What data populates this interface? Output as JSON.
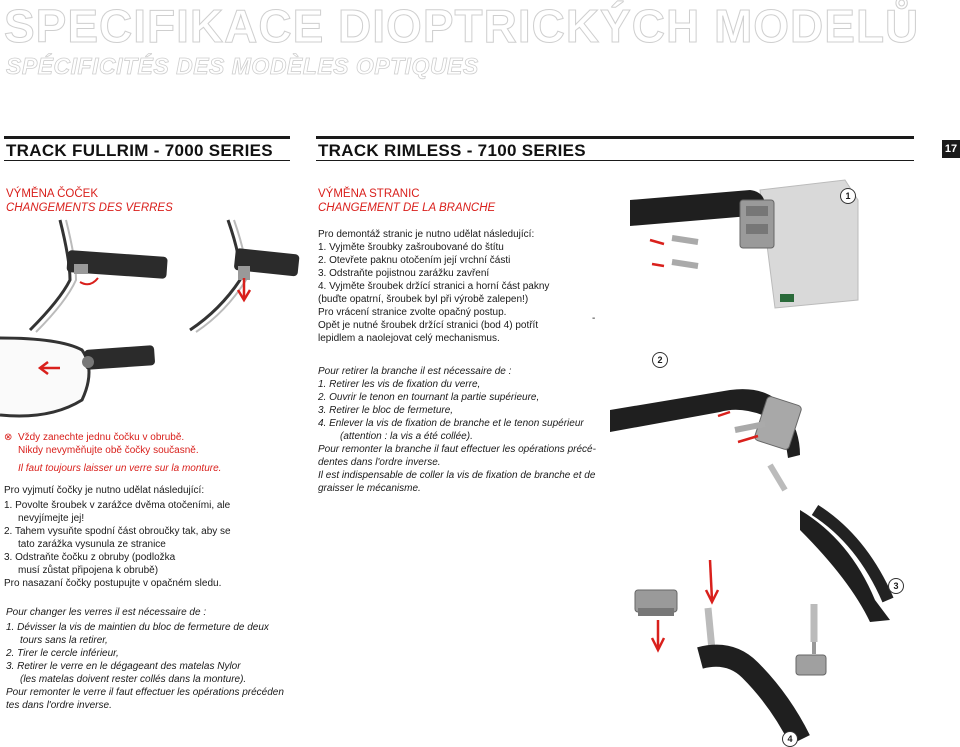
{
  "header": {
    "title": "SPECIFIKACE DIOPTRICKÝCH MODELŮ",
    "subtitle": "SPÉCIFICITÉS DES MODÈLES OPTIQUES",
    "page_number": "17"
  },
  "left": {
    "series_title": "TRACK FULLRIM - 7000 SERIES",
    "heading_cz": "VÝMĚNA ČOČEK",
    "heading_fr": "CHANGEMENTS DES VERRES",
    "warning_cz_1": "Vždy zanechte jednu čočku v obrubě.",
    "warning_cz_2": "Nikdy nevyměňujte obě čočky současně.",
    "warning_fr": "Il faut toujours laisser un verre sur la monture.",
    "intro_cz": "Pro vyjmutí čočky je nutno udělat následující:",
    "steps_cz": [
      "1. Povolte šroubek v zarážce dvěma otočeními, ale",
      "nevyjímejte jej!",
      "2. Tahem vysuňte spodní část obroučky tak, aby se",
      "tato zarážka vysunula ze stranice",
      "3. Odstraňte čočku z obruby (podložka",
      "musí zůstat připojena k obrubě)",
      "Pro nasazaní čočky postupujte v opačném sledu."
    ],
    "intro_fr": "Pour changer les verres il est nécessaire de :",
    "steps_fr": [
      "1.  Dévisser la vis de maintien du bloc de fermeture de deux",
      "tours sans la retirer,",
      "2.  Tirer le cercle inférieur,",
      "3.  Retirer le verre en le dégageant des matelas Nylor",
      "(les matelas doivent rester collés dans la monture).",
      "Pour remonter le verre il faut effectuer les opérations précéden",
      "tes dans l'ordre inverse."
    ]
  },
  "right": {
    "series_title": "TRACK RIMLESS - 7100 SERIES",
    "heading_cz": "VÝMĚNA STRANIC",
    "heading_fr": "CHANGEMENT DE LA BRANCHE",
    "steps_cz": [
      "Pro demontáž stranic je nutno udělat následující:",
      "1. Vyjměte šroubky zašroubované do štítu",
      "2. Otevřete paknu otočením její vrchní části",
      "3. Odstraňte pojistnou zarážku zavření",
      "4. Vyjměte šroubek držící stranici a horní část pakny",
      "(buďte opatrní, šroubek byl při výrobě zalepen!)",
      "Pro vrácení stranice zvolte opačný postup.",
      "Opět je nutné šroubek držící stranici (bod 4) potřít",
      "lepidlem a naolejovat celý mechanismus."
    ],
    "dash": "-",
    "steps_fr": [
      "Pour retirer la branche il est nécessaire de :",
      "1.  Retirer les vis de fixation du verre,",
      "2.  Ouvrir le tenon en tournant la partie supérieure,",
      "3.  Retirer le bloc de fermeture,",
      "4.  Enlever la vis de fixation de branche et le tenon supérieur",
      "(attention : la vis a été collée).",
      "Pour remonter la branche il faut effectuer les opérations précé-",
      "dentes dans l'ordre inverse.",
      "Il est indispensable de coller la vis de fixation de branche et de",
      "graisser le mécanisme."
    ],
    "figure_numbers": [
      "1",
      "2",
      "3",
      "4"
    ]
  },
  "colors": {
    "accent": "#d9201c",
    "text": "#1a1a1a",
    "outline": "#cfcfcf"
  }
}
